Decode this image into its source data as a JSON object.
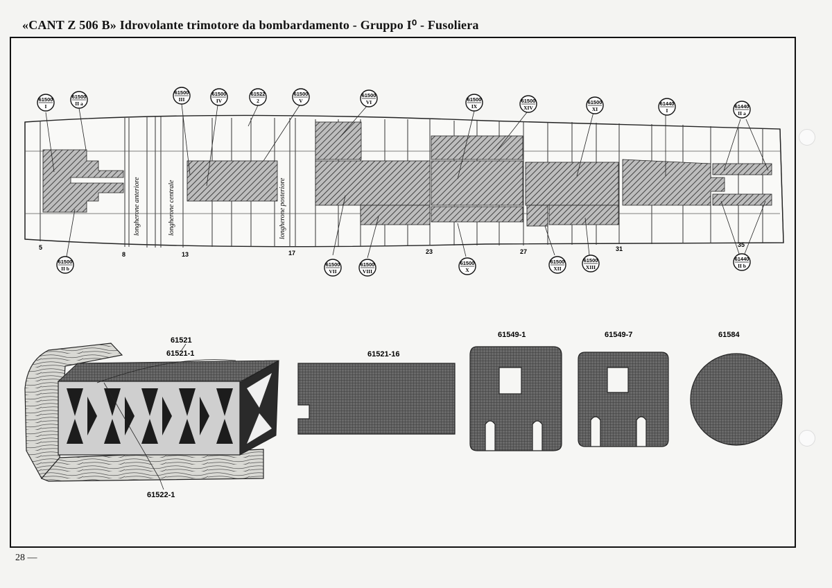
{
  "header": {
    "title": "«CANT Z 506 B» Idrovolante trimotore da bombardamento - Gruppo I⁰ - Fusoliera"
  },
  "footer": {
    "page_number": "28 —"
  },
  "fuselage": {
    "stations": [
      "5",
      "8",
      "13",
      "17",
      "23",
      "27",
      "31",
      "35"
    ],
    "spars": [
      "longherone anteriore",
      "longherone centrale",
      "longherone posteriore"
    ],
    "callouts_top": [
      {
        "num": "61500",
        "sub": "I"
      },
      {
        "num": "61500",
        "sub": "II a"
      },
      {
        "num": "61500",
        "sub": "III"
      },
      {
        "num": "61500",
        "sub": "IV"
      },
      {
        "num": "61522",
        "sub": "2"
      },
      {
        "num": "61500",
        "sub": "V"
      },
      {
        "num": "61500",
        "sub": "VI"
      },
      {
        "num": "61500",
        "sub": "IX"
      },
      {
        "num": "61500",
        "sub": "XIV"
      },
      {
        "num": "61500",
        "sub": "XI"
      },
      {
        "num": "61440",
        "sub": "I"
      },
      {
        "num": "61440",
        "sub": "II a"
      }
    ],
    "callouts_bottom": [
      {
        "num": "61500",
        "sub": "II b"
      },
      {
        "num": "61500",
        "sub": "VII"
      },
      {
        "num": "61500",
        "sub": "VIII"
      },
      {
        "num": "61500",
        "sub": "X"
      },
      {
        "num": "61500",
        "sub": "XII"
      },
      {
        "num": "61500",
        "sub": "XIII"
      },
      {
        "num": "61440",
        "sub": "II b"
      }
    ]
  },
  "parts": {
    "assembly_label": "61521",
    "assembly_top_label": "61521-1",
    "assembly_bottom_label": "61522-1",
    "plate_label": "61521-16",
    "panel_a_label": "61549-1",
    "panel_b_label": "61549-7",
    "disc_label": "61584"
  }
}
